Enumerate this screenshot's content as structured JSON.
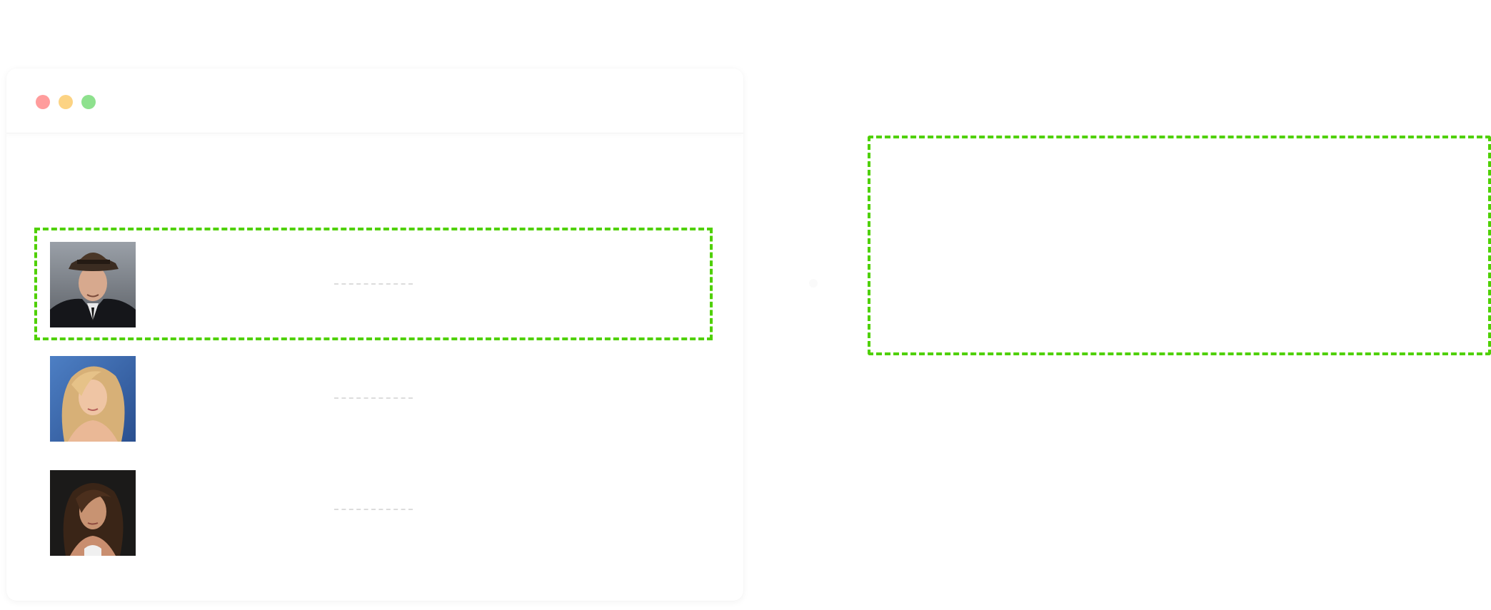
{
  "colors": {
    "close": "#ff9c9c",
    "minimize": "#fcd383",
    "maximize": "#8ee18e",
    "highlight": "#4fd000",
    "connector": "#dcdcdc"
  },
  "window": {
    "controls": [
      "close",
      "minimize",
      "maximize"
    ]
  },
  "list": {
    "rows": [
      {
        "avatar": "man-in-fedora-photo",
        "selected": true
      },
      {
        "avatar": "blonde-woman-photo",
        "selected": false
      },
      {
        "avatar": "dark-haired-woman-photo",
        "selected": false
      }
    ]
  },
  "panel": {
    "highlighted": true
  }
}
